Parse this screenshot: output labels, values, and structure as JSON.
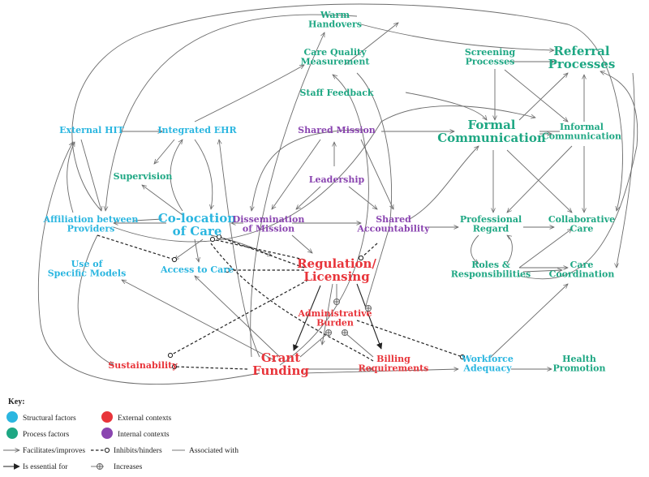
{
  "colors": {
    "structural": "#2bb6e0",
    "process": "#1ea783",
    "external": "#e8343a",
    "internal": "#8a45b0",
    "edge": "#6b6b6b",
    "dark": "#222222"
  },
  "nodes": {
    "warm_handovers": "Warm\nHandovers",
    "care_quality_measurement": "Care Quality\nMeasurement",
    "staff_feedback": "Staff Feedback",
    "screening_processes": "Screening\nProcesses",
    "referral_processes": "Referral\nProcesses",
    "external_hit": "External HIT",
    "integrated_ehr": "Integrated EHR",
    "shared_mission": "Shared Mission",
    "formal_communication": "Formal\nCommunication",
    "informal_communication": "Informal\nCommunication",
    "supervision": "Supervision",
    "leadership": "Leadership",
    "affiliation_between_providers": "Affiliation between\nProviders",
    "co_location_of_care": "Co-location\nof Care",
    "dissemination_of_mission": "Dissemination\nof Mission",
    "shared_accountability": "Shared\nAccountability",
    "professional_regard": "Professional\nRegard",
    "collaborative_care": "Collaborative\nCare",
    "use_of_specific_models": "Use of\nSpecific Models",
    "access_to_care": "Access to Care",
    "regulation_licensing": "Regulation/\nLicensing",
    "roles_responsibilities": "Roles &\nResponsibilities",
    "care_coordination": "Care\nCoordination",
    "administrative_burden": "Administrative\nBurden",
    "sustainability": "Sustainability",
    "grant_funding": "Grant\nFunding",
    "billing_requirements": "Billing\nRequirements",
    "workforce_adequacy": "Workforce\nAdequacy",
    "health_promotion": "Health\nPromotion"
  },
  "legend": {
    "title": "Key:",
    "structural": "Structural factors",
    "process": "Process factors",
    "external": "External contexts",
    "internal": "Internal contexts",
    "facilitates": "Facilitates/improves",
    "inhibits": "Inhibits/hinders",
    "associated": "Associated with",
    "essential": "Is essential for",
    "increases": "Increases"
  }
}
